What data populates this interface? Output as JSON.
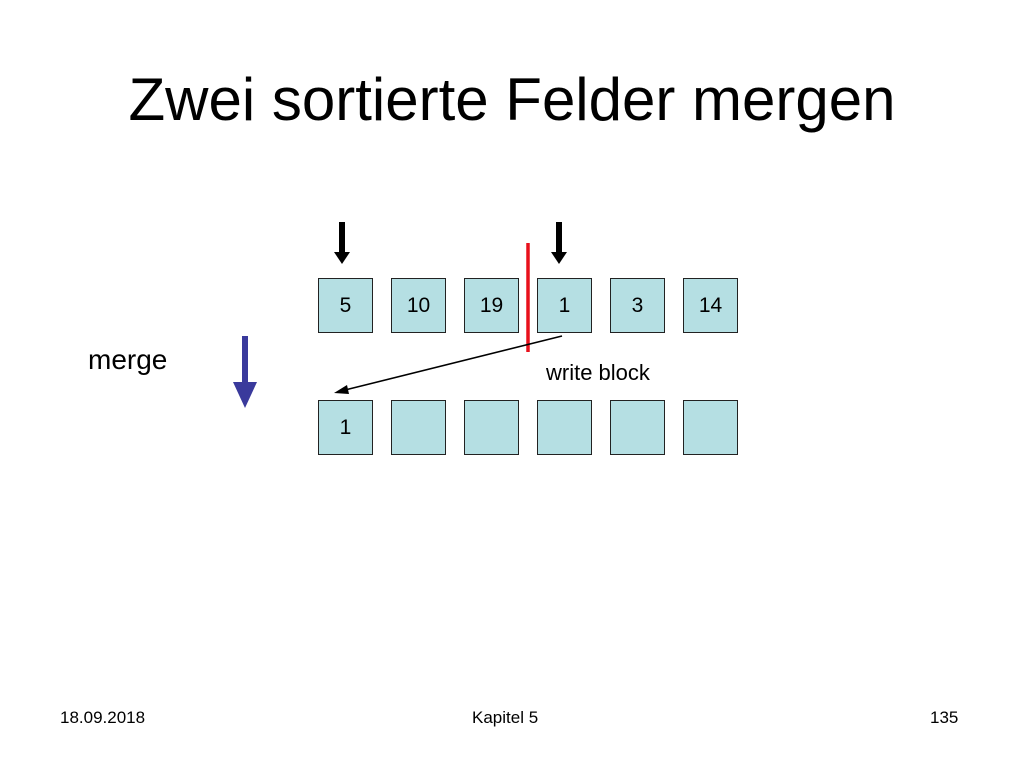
{
  "title": "Zwei sortierte Felder mergen",
  "input_array": [
    "5",
    "10",
    "19",
    "1",
    "3",
    "14"
  ],
  "output_array": [
    "1",
    "",
    "",
    "",
    "",
    ""
  ],
  "labels": {
    "merge": "merge",
    "write_block": "write block"
  },
  "footer": {
    "date": "18.09.2018",
    "chapter": "Kapitel 5",
    "page": "135"
  },
  "colors": {
    "cell_fill": "#b5dfe3",
    "pointer_arrow": "#000000",
    "merge_arrow": "#3a3a9c",
    "divider": "#e8101c"
  }
}
